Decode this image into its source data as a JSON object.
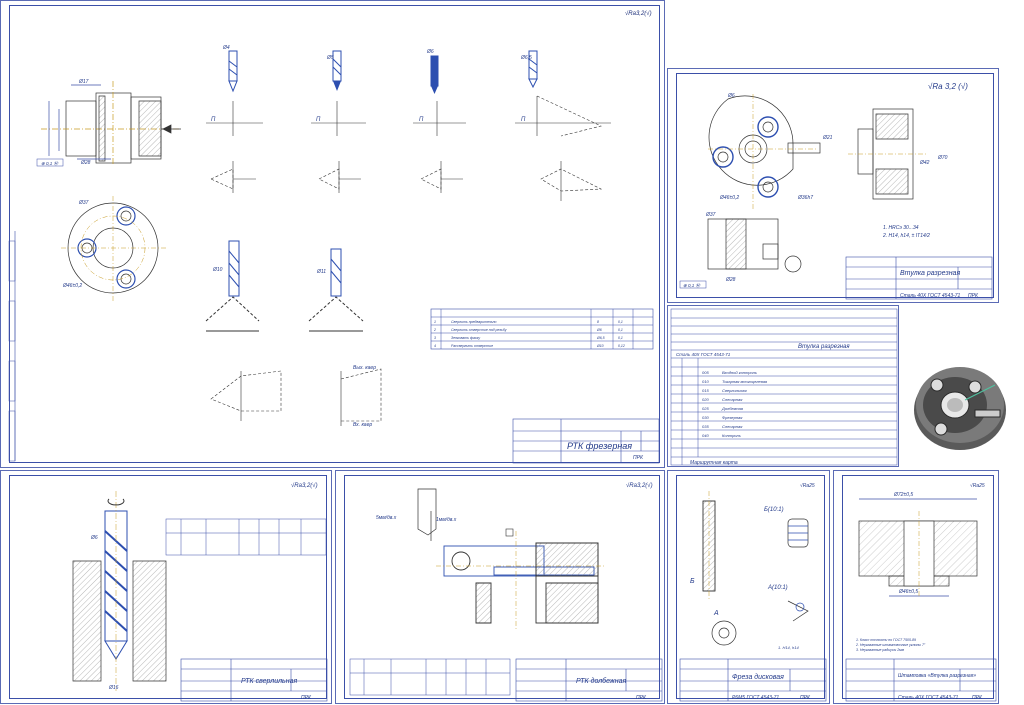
{
  "sheets": {
    "rtk_mill": {
      "roughness": "√Ra3,2(√)",
      "title": "РТК фрезерная",
      "org": "ПРК",
      "table_rows": [
        {
          "n": "1",
          "text": "Сверлить предварительно",
          "d": "8",
          "s": "0,1"
        },
        {
          "n": "2",
          "text": "Сверлить отверстие под резьбу",
          "d": "Ø6",
          "s": "0,1"
        },
        {
          "n": "3",
          "text": "Зенковать фаску",
          "d": "Ø6,5",
          "s": "0,1"
        },
        {
          "n": "4",
          "text": "Рассверлить отверстие",
          "d": "Ø10",
          "s": "0,12"
        }
      ],
      "labels": {
        "a": "Ø17",
        "b": "Ø4",
        "c": "Ø5",
        "d": "Ø6,5",
        "e": "Ø10",
        "f": "Ø11",
        "g": "Вых. каер",
        "h": "Вх. каер",
        "i": "Ø46±0,2",
        "j": "Ø37"
      }
    },
    "part": {
      "roughness": "√Ra 3,2 (√)",
      "title": "Втулка разрезная",
      "material": "Сталь 40Х ГОСТ 4543-71",
      "org": "ПРК",
      "notes": [
        "1. HRCэ 30...34",
        "2. H14, h14, ± IT14/2"
      ],
      "dims": {
        "a": "Ø6",
        "b": "Ø46±0,2",
        "c": "Ø21",
        "d": "Ø70",
        "e": "Ø42",
        "f": "Ø37",
        "g": "Ø28",
        "h": "Ø36h7"
      }
    },
    "route": {
      "title": "Втулка разрезная",
      "material": "Сталь 40Х ГОСТ 4543-71",
      "ops": [
        {
          "n": "005",
          "name": "Входной контроль"
        },
        {
          "n": "010",
          "name": "Токарная многоцелевая"
        },
        {
          "n": "015",
          "name": "Сверлильная"
        },
        {
          "n": "020",
          "name": "Слесарная"
        },
        {
          "n": "025",
          "name": "Долбежная"
        },
        {
          "n": "030",
          "name": "Фрезерная"
        },
        {
          "n": "035",
          "name": "Слесарная"
        },
        {
          "n": "040",
          "name": "Контроль"
        }
      ],
      "footer": "Маршрутная карта"
    },
    "drill": {
      "roughness": "√Ra3,2(√)",
      "title": "РТК сверлильная",
      "org": "ПРК",
      "label": "Ø16",
      "tool": "Ø6"
    },
    "slot": {
      "roughness": "√Ra3,2(√)",
      "title": "РТК долбежная",
      "org": "ПРК",
      "label": "5мм/дв.х",
      "label2": "1мм/дв.х"
    },
    "cutter": {
      "roughness": "√Ra25",
      "title": "Фреза дисковая",
      "material": "Р6М5 ГОСТ 4543-71",
      "org": "ПРК",
      "view_b": "Б(10:1)",
      "view_a": "А(10:1)",
      "label_a": "А",
      "label_b": "Б",
      "note": "1. H14, h14"
    },
    "blank": {
      "roughness": "√Ra25",
      "title": "Штамповка «Втулка разрезная»",
      "material": "Сталь 40Х ГОСТ 4543-71",
      "org": "ПРК",
      "dims": {
        "a": "Ø72±0,5",
        "b": "Ø46±0,5"
      },
      "notes": [
        "1. Класс точности по ГОСТ 7505-89",
        "2. Неуказанные штамповочные уклоны 7°",
        "3. Неуказанные радиусы 2мм"
      ]
    }
  },
  "colors": {
    "line": "#3b4fa8",
    "blue_fill": "#2d4fb0",
    "hatch": "#888888",
    "render": "#4a4a4a"
  }
}
